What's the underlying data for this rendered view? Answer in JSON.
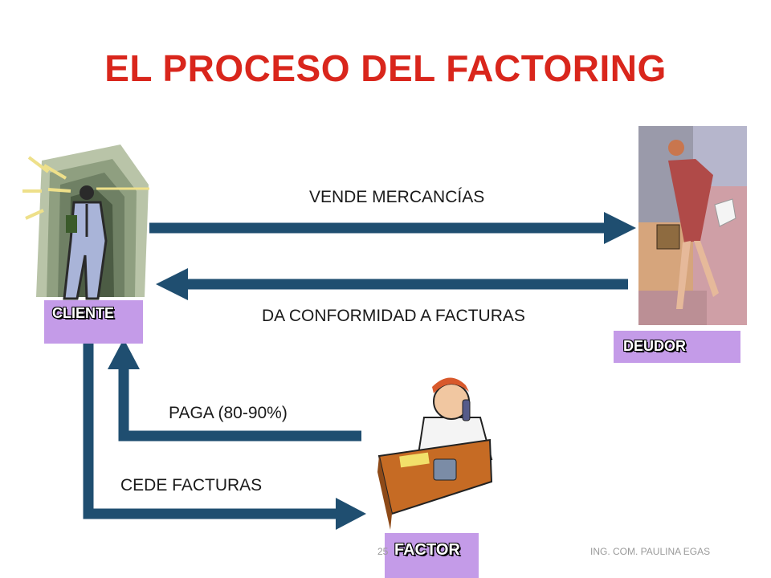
{
  "title": "EL PROCESO DEL FACTORING",
  "nodes": {
    "cliente": "CLIENTE",
    "deudor": "DEUDOR",
    "factor": "FACTOR"
  },
  "flows": {
    "vende": "VENDE MERCANCÍAS",
    "conformidad": "DA CONFORMIDAD A FACTURAS",
    "paga": "PAGA (80-90%)",
    "cede": "CEDE FACTURAS"
  },
  "footer": {
    "page_number": "25",
    "author": "ING. COM. PAULINA EGAS"
  },
  "colors": {
    "title": "#d9261c",
    "arrow": "#1f4e70",
    "label_box": "#c49be8"
  },
  "icons": [
    "businessman-clipart-icon",
    "businesswoman-clipart-icon",
    "phone-worker-clipart-icon"
  ]
}
